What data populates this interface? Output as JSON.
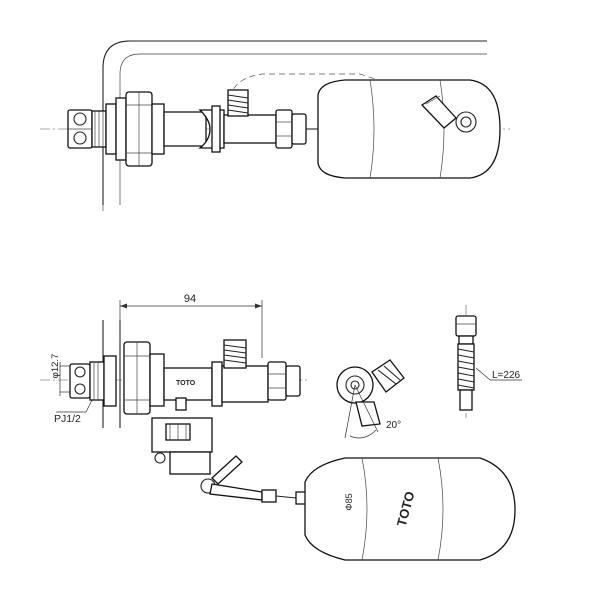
{
  "dimensions": {
    "width": "94",
    "thread_diameter": "φ12.7",
    "connection": "PJ1/2",
    "angle": "20°",
    "float_diameter": "Φ85",
    "length": "L=226"
  },
  "brand": {
    "float_logo": "TOTO",
    "body_logo": "TOTO"
  }
}
